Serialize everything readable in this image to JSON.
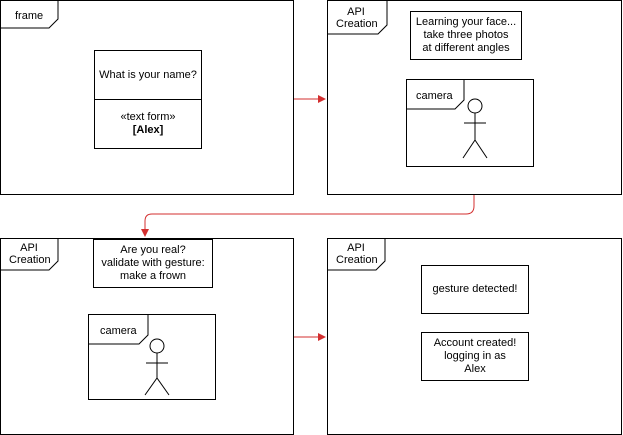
{
  "panels": {
    "name_entry": {
      "frame_label": "frame",
      "question": "What is your name?",
      "stereotype": "«text form»",
      "value": "[Alex]"
    },
    "face_learning": {
      "frame_label": "API\nCreation",
      "instruction": "Learning your face...\ntake three photos\nat different angles",
      "camera_label": "camera"
    },
    "liveness": {
      "frame_label": "API\nCreation",
      "instruction": "Are you real?\nvalidate with gesture:\nmake a frown",
      "camera_label": "camera"
    },
    "result": {
      "frame_label": "API\nCreation",
      "gesture_status": "gesture detected!",
      "account_status": "Account created!\nlogging in as\nAlex"
    }
  },
  "colors": {
    "arrow": "#d32f2f",
    "stroke": "#000000",
    "background": "#ffffff"
  }
}
